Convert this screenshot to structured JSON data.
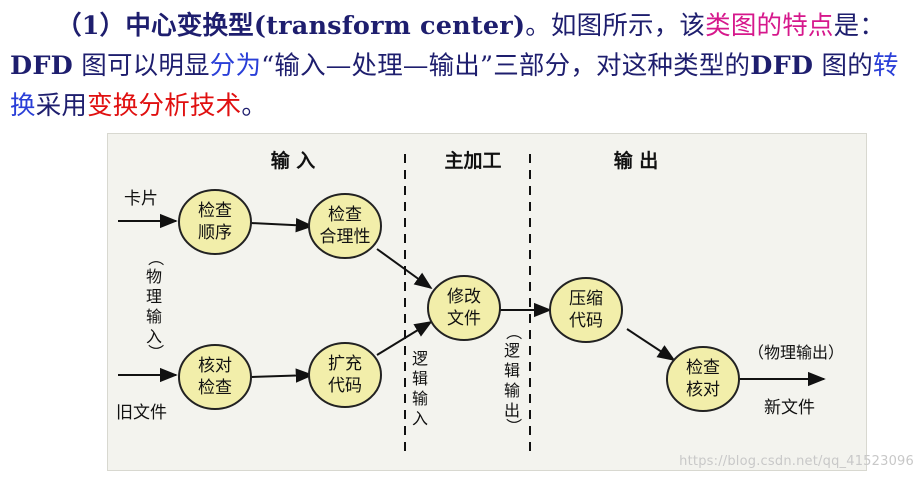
{
  "paragraph": {
    "heading": "（1）中心变换型(transform center)",
    "s1": "。如图所示，该",
    "s2_pink": "类图的特点",
    "s3": "是：",
    "s4_bold": "DFD",
    "s5": " 图可以明显",
    "s6_blue": "分为",
    "s7_quote": "“输入—处理—输出”",
    "s8": "三部分，对这种类型的",
    "s9_bold": "DFD",
    "s10": " 图的",
    "s11_blue": "转换",
    "s12": "采用",
    "s13_red": "变换分析技术",
    "s14": "。"
  },
  "diagram": {
    "section_input": "输 入",
    "section_main": "主加工",
    "section_output": "输 出",
    "nodes": {
      "check_order": [
        "检查",
        "顺序"
      ],
      "check_reasonable": [
        "检查",
        "合理性"
      ],
      "verify": [
        "核对",
        "检查"
      ],
      "expand": [
        "扩充",
        "代码"
      ],
      "modify": [
        "修改",
        "文件"
      ],
      "compress": [
        "压缩",
        "代码"
      ],
      "check_verify": [
        "检查",
        "核对"
      ]
    },
    "labels": {
      "card": "卡片",
      "old_file": "旧文件",
      "physical_input": [
        "（",
        "物",
        "理",
        "输",
        "入",
        "）"
      ],
      "logical_input": [
        "逻",
        "辑",
        "输",
        "入"
      ],
      "logical_output": [
        "（",
        "逻",
        "辑",
        "输",
        "出",
        "）"
      ],
      "physical_output": "（物理输出）",
      "new_file": "新文件"
    }
  },
  "watermark": "https://blog.csdn.net/qq_41523096",
  "colors": {
    "node_fill": "#f2eeaa",
    "node_stroke": "#222222",
    "panel_bg": "#f3f3ee",
    "text_navy": "#1e1e6e",
    "text_pink": "#d6188c",
    "text_blue": "#2a3fd8",
    "text_red": "#e01010"
  }
}
